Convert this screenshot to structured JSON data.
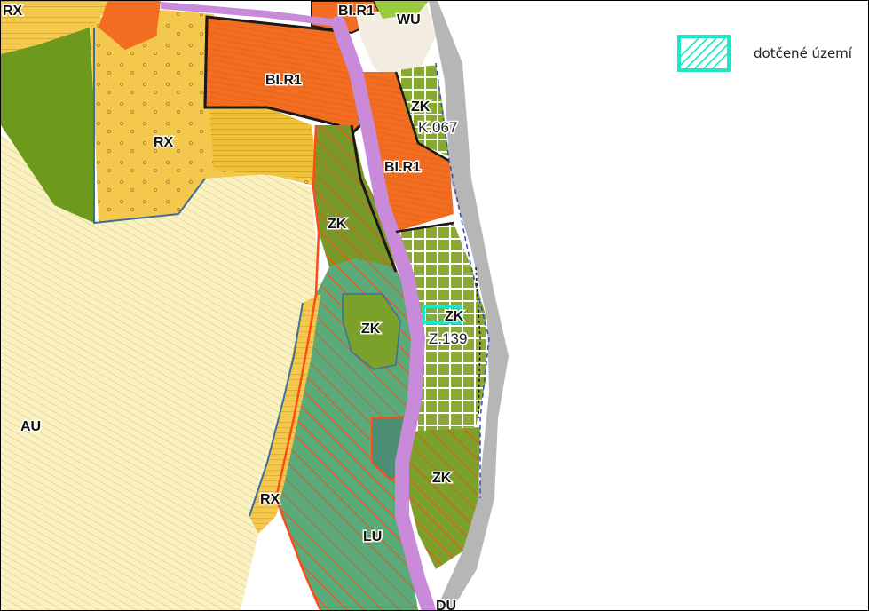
{
  "map": {
    "zone_labels": {
      "rx_top_left": "RX",
      "bir1_top": "BI.R1",
      "wu_top": "WU",
      "bir1_upper": "BI.R1",
      "rx_upper": "RX",
      "zk_upper": "ZK",
      "bir1_mid": "BI.R1",
      "zk_green_mid": "ZK",
      "zk_middle": "ZK",
      "zk_highlight": "ZK",
      "au_left": "AU",
      "zk_lower": "ZK",
      "rx_lower": "RX",
      "lu_bottom": "LU",
      "du_bottom": "DU"
    },
    "area_codes": {
      "k067": "K.067",
      "z139": "Z.139"
    }
  },
  "legend": {
    "items": [
      {
        "label": "dotčené území",
        "color": "#1fe6c4",
        "pattern": "diagonal-hatch"
      }
    ]
  }
}
